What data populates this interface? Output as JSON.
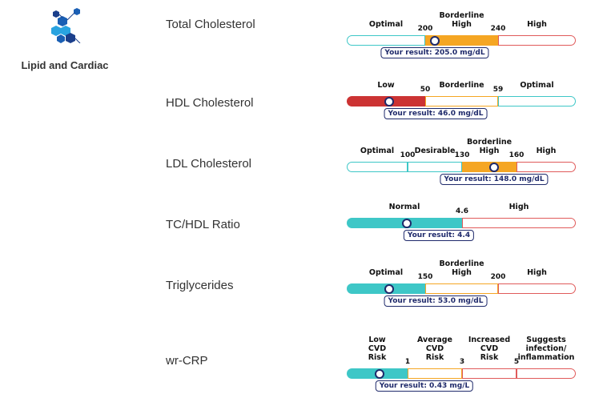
{
  "brand": {
    "title": "Lipid and Cardiac",
    "logo_icon": "hexagon-molecule-icon",
    "colors": [
      "#1a5fb4",
      "#29a3e0",
      "#1b3f8b"
    ]
  },
  "tests": [
    {
      "name": "Total Cholesterol",
      "bands": [
        {
          "label": "Optimal",
          "color": "#3ec7c7",
          "active": false
        },
        {
          "label": "Borderline\nHigh",
          "color": "#f5a623",
          "active": true
        },
        {
          "label": "High",
          "color": "#e05b5b",
          "active": false
        }
      ],
      "thresholds": [
        "200",
        "240"
      ],
      "result": "Your result: 205.0 mg/dL"
    },
    {
      "name": "HDL Cholesterol",
      "bands": [
        {
          "label": "Low",
          "color": "#cc3333",
          "active": true
        },
        {
          "label": "Borderline",
          "color": "#f5a623",
          "active": false
        },
        {
          "label": "Optimal",
          "color": "#3ec7c7",
          "active": false
        }
      ],
      "thresholds": [
        "50",
        "59"
      ],
      "result": "Your result: 46.0 mg/dL"
    },
    {
      "name": "LDL Cholesterol",
      "bands": [
        {
          "label": "Optimal",
          "color": "#3ec7c7",
          "active": false
        },
        {
          "label": "Desirable",
          "color": "#3ec7c7",
          "active": false
        },
        {
          "label": "Borderline\nHigh",
          "color": "#f5a623",
          "active": true
        },
        {
          "label": "High",
          "color": "#e05b5b",
          "active": false
        }
      ],
      "thresholds": [
        "100",
        "130",
        "160"
      ],
      "result": "Your result: 148.0 mg/dL"
    },
    {
      "name": "TC/HDL Ratio",
      "bands": [
        {
          "label": "Normal",
          "color": "#3ec7c7",
          "active": true
        },
        {
          "label": "High",
          "color": "#e05b5b",
          "active": false
        }
      ],
      "thresholds": [
        "4.6"
      ],
      "result": "Your result: 4.4"
    },
    {
      "name": "Triglycerides",
      "bands": [
        {
          "label": "Optimal",
          "color": "#3ec7c7",
          "active": true
        },
        {
          "label": "Borderline\nHigh",
          "color": "#f5a623",
          "active": false
        },
        {
          "label": "High",
          "color": "#e05b5b",
          "active": false
        }
      ],
      "thresholds": [
        "150",
        "200"
      ],
      "result": "Your result: 53.0 mg/dL"
    },
    {
      "name": "wr-CRP",
      "bands": [
        {
          "label": "Low\nCVD\nRisk",
          "color": "#3ec7c7",
          "active": true
        },
        {
          "label": "Average\nCVD\nRisk",
          "color": "#f5a623",
          "active": false
        },
        {
          "label": "Increased\nCVD\nRisk",
          "color": "#e05b5b",
          "active": false
        },
        {
          "label": "Suggests\ninfection/\ninflammation",
          "color": "#e05b5b",
          "active": false
        }
      ],
      "thresholds": [
        "1",
        "3",
        "5"
      ],
      "result": "Your result: 0.43 mg/L"
    }
  ]
}
